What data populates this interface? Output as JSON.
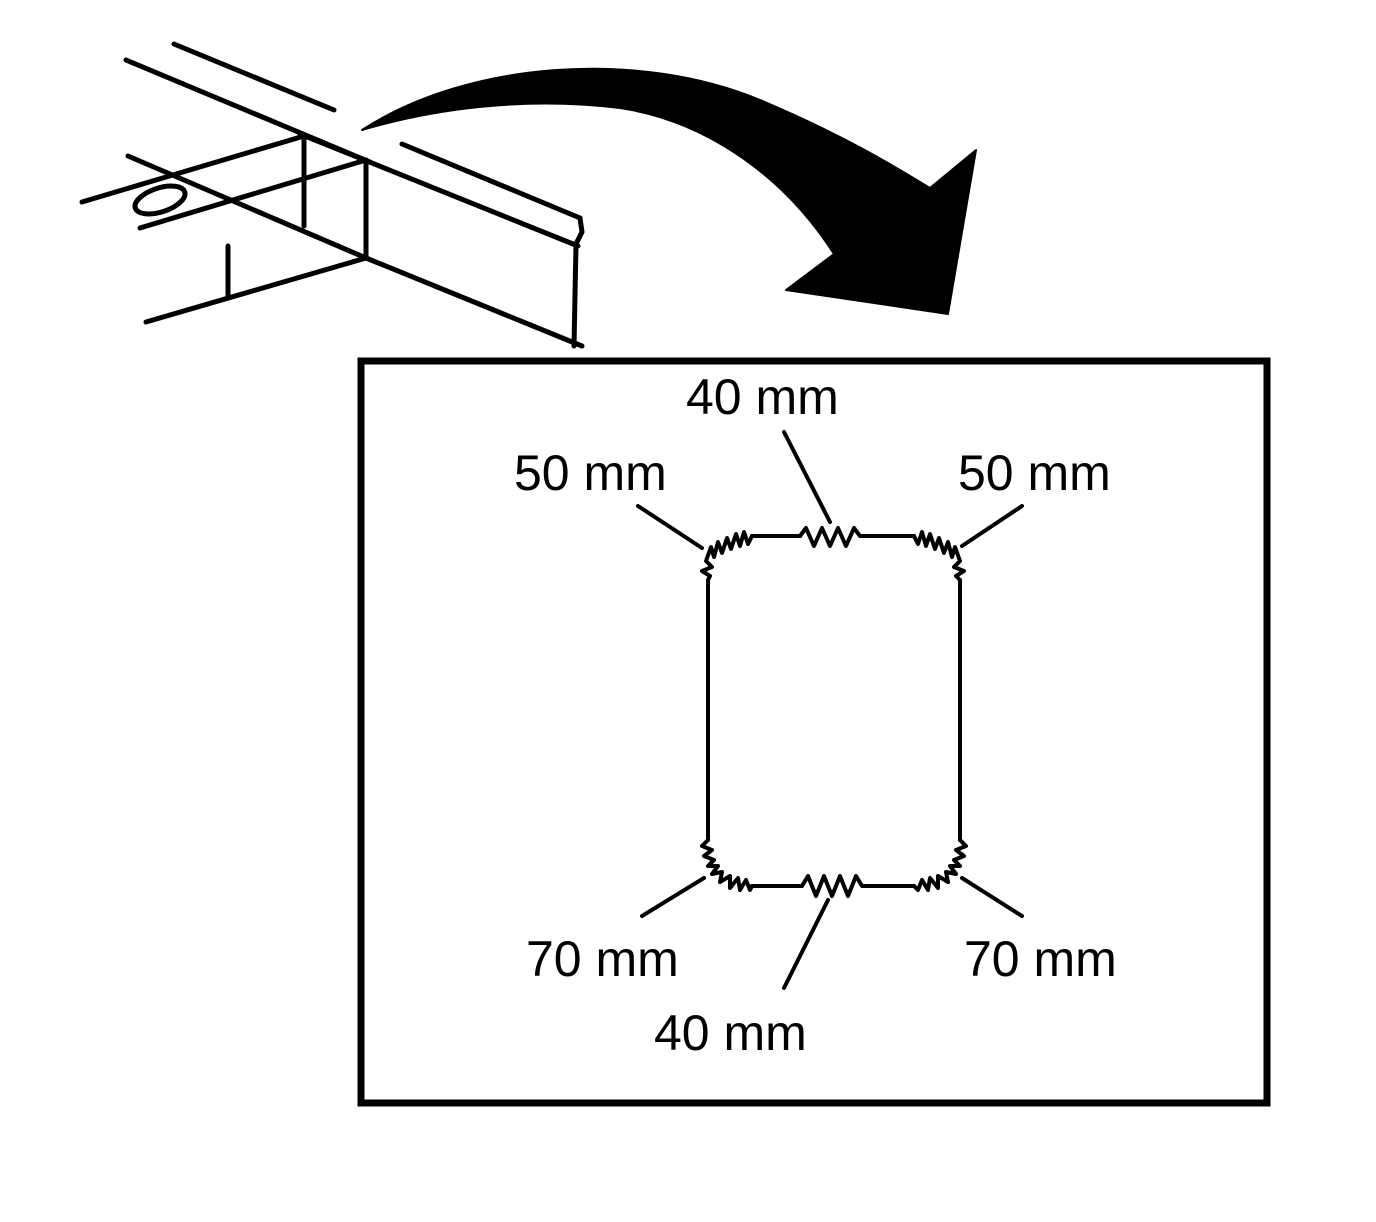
{
  "colors": {
    "ink": "#000000",
    "background": "#ffffff"
  },
  "icons": {
    "arrow": "curved-arrow-icon",
    "frame": "frame-rail-drawing"
  },
  "labels": {
    "top_center": "40 mm",
    "top_left": "50 mm",
    "top_right": "50 mm",
    "bottom_left": "70 mm",
    "bottom_right": "70 mm",
    "bottom_center": "40 mm"
  }
}
